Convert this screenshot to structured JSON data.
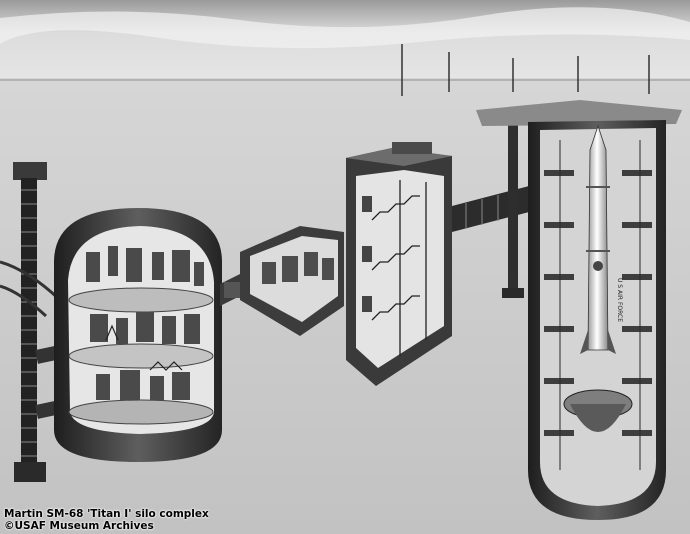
{
  "image": {
    "subject": "Cutaway illustration of missile silo complex",
    "caption_line1": "Martin SM-68 'Titan I' silo complex",
    "caption_line2": "©USAF Museum Archives"
  },
  "missile": {
    "markings": "U S AIR FORCE"
  },
  "colors": {
    "sky": "#e2e2e2",
    "ground": "#cacaca",
    "dark": "#2a2a2a",
    "mid": "#7a7a7a",
    "light": "#efefef"
  }
}
